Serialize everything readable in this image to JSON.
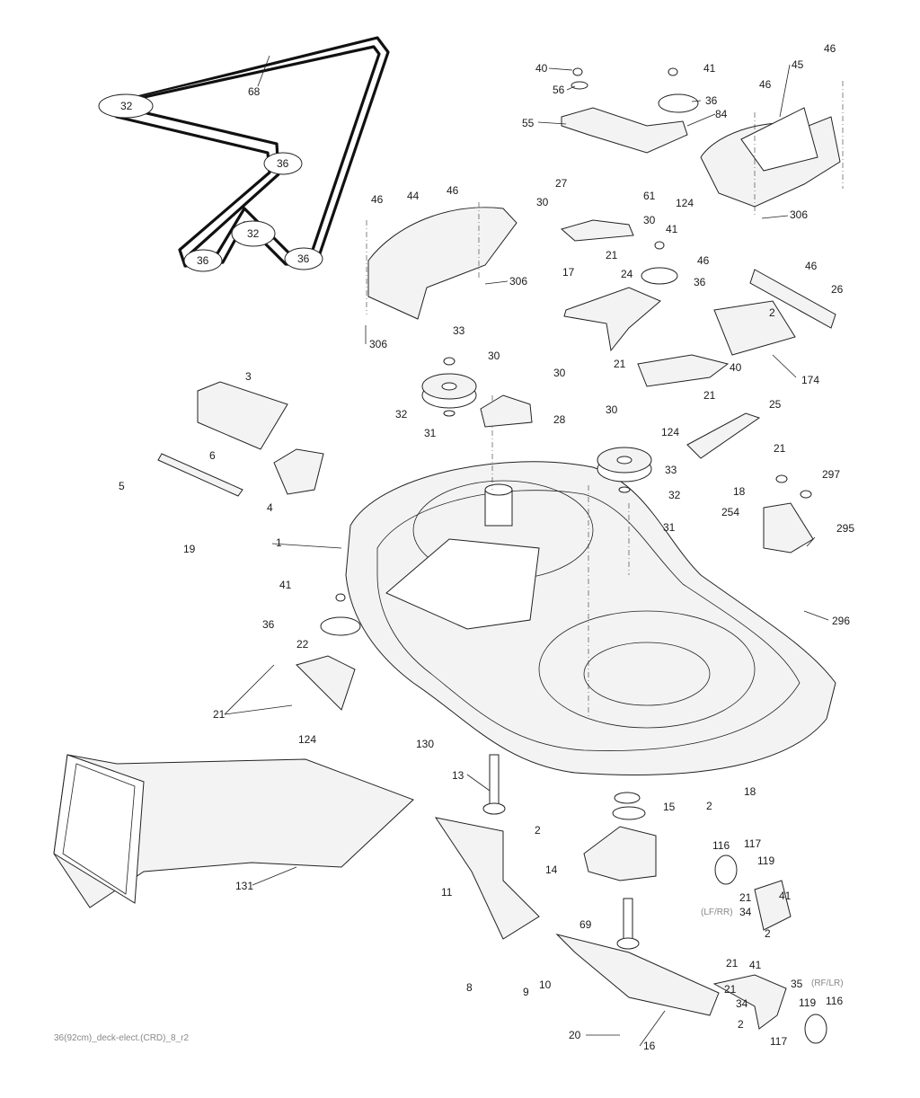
{
  "diagram": {
    "footer_code": "36(92cm)_deck-elect.(CRD)_8_r2",
    "variant_labels": {
      "lf_rr": "(LF/RR)",
      "rf_lr": "(RF/LR)"
    },
    "belt_pulley_labels": [
      "32",
      "36",
      "32",
      "36",
      "36"
    ],
    "part_labels": [
      "68",
      "40",
      "56",
      "41",
      "36",
      "84",
      "55",
      "46",
      "45",
      "46",
      "46",
      "44",
      "46",
      "27",
      "61",
      "124",
      "306",
      "30",
      "30",
      "41",
      "306",
      "17",
      "21",
      "24",
      "46",
      "46",
      "26",
      "36",
      "2",
      "306",
      "33",
      "3",
      "30",
      "30",
      "21",
      "40",
      "174",
      "32",
      "28",
      "21",
      "25",
      "31",
      "6",
      "30",
      "124",
      "21",
      "5",
      "33",
      "32",
      "18",
      "4",
      "297",
      "31",
      "254",
      "19",
      "1",
      "295",
      "41",
      "296",
      "36",
      "22",
      "21",
      "124",
      "130",
      "13",
      "18",
      "2",
      "15",
      "2",
      "131",
      "14",
      "116",
      "117",
      "119",
      "11",
      "69",
      "21",
      "41",
      "34",
      "2",
      "21",
      "41",
      "35",
      "10",
      "8",
      "9",
      "21",
      "119",
      "116",
      "34",
      "2",
      "20",
      "16",
      "117"
    ]
  }
}
